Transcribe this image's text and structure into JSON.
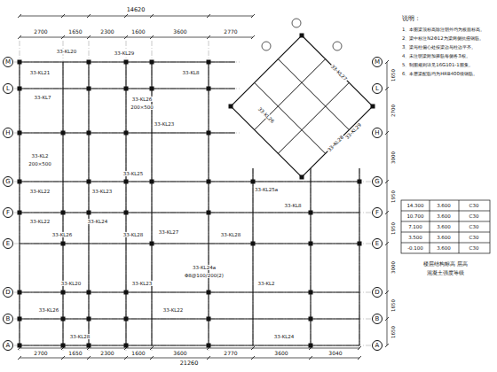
{
  "diagram": {
    "nodes": [
      {
        "text": [
          "M"
        ]
      },
      {
        "text": [
          "L"
        ]
      },
      {
        "text": [
          "H"
        ]
      },
      {
        "text": [
          "G"
        ]
      },
      {
        "text": [
          "F"
        ]
      },
      {
        "text": [
          "E"
        ]
      },
      {
        "text": [
          "D"
        ]
      },
      {
        "text": [
          "B"
        ]
      },
      {
        "text": [
          "A"
        ]
      },
      {
        "text": [
          "M"
        ]
      },
      {
        "text": [
          "L"
        ]
      },
      {
        "text": [
          "H"
        ]
      },
      {
        "text": [
          "G"
        ]
      },
      {
        "text": [
          "F"
        ]
      },
      {
        "text": [
          "E"
        ]
      },
      {
        "text": [
          "D"
        ]
      },
      {
        "text": [
          "B"
        ]
      },
      {
        "text": [
          "A"
        ]
      }
    ],
    "labels": [
      "14620",
      "2700",
      "1650",
      "2300",
      "1600",
      "3600",
      "2770",
      "2700",
      "1650",
      "2300",
      "1600",
      "3600",
      "2770",
      "3600",
      "3040",
      "21260",
      "1650",
      "2700",
      "3000",
      "1950",
      "1950",
      "3000",
      "1650",
      "1650",
      "33-KL20",
      "33-KL29",
      "33-KL21",
      "33-KL7",
      "33-KL26",
      "200×500",
      "33-KL8",
      "33-KL23",
      "33-KL2",
      "200×500",
      "33-KL25",
      "33-KL25a",
      "33-KL22",
      "33-KL23",
      "33-KL22",
      "33-KL24",
      "33-KL8",
      "33-KL27",
      "33-KL28",
      "33-KL28",
      "33-KL26",
      "33-KL24a",
      "Φ8@100/200(2)",
      "33-KL23",
      "33-KL20",
      "33-KL2",
      "33-KL26",
      "33-KL22",
      "33-KL24",
      "33-KL28",
      "33-KL28",
      "33-KL26",
      "33-KL27",
      "33-KL29",
      "说明：",
      "1、本图梁顶标高除注明外均为板面标高。",
      "2、梁中标注N2Φ12为梁两侧抗扭钢筋。",
      "3、梁与柱偏心处按梁边与柱边平齐。",
      "4、未注明梁附加箍筋每侧各3根。",
      "5、制图规则详见16G101-1图集。",
      "6、本层梁配筋均为HRB400级钢筋。",
      "14.300",
      "3.600",
      "C30",
      "10.700",
      "3.600",
      "C30",
      "7.100",
      "3.600",
      "C30",
      "3.500",
      "3.600",
      "C30",
      "-0.100",
      "3.600",
      "C30",
      "楼层结构标高 层高",
      "混凝土强度等级"
    ]
  }
}
